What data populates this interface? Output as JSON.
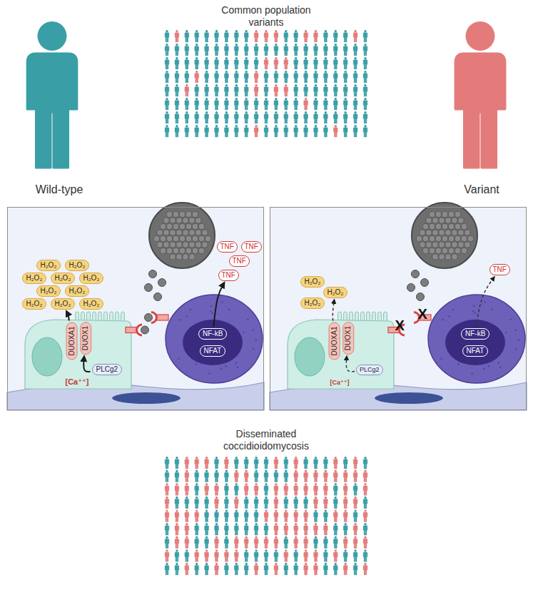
{
  "diagram": {
    "nodes": [
      {
        "text": [
          "Wild-type"
        ]
      },
      {
        "text": [
          "Variant"
        ]
      },
      {
        "text": [
          "H₂O₂"
        ],
        "in": 0
      },
      {
        "text": [
          "H₂O₂"
        ],
        "in": 0
      },
      {
        "text": [
          "H₂O₂"
        ],
        "in": 0
      },
      {
        "text": [
          "H₂O₂"
        ],
        "in": 0
      },
      {
        "text": [
          "H₂O₂"
        ],
        "in": 0
      },
      {
        "text": [
          "H₂O₂"
        ],
        "in": 0
      },
      {
        "text": [
          "H₂O₂"
        ],
        "in": 0
      },
      {
        "text": [
          "H₂O₂"
        ],
        "in": 0
      },
      {
        "text": [
          "H₂O₂"
        ],
        "in": 0
      },
      {
        "text": [
          "H₂O₂"
        ],
        "in": 0
      },
      {
        "text": [
          "DUOXA1"
        ],
        "in": 0
      },
      {
        "text": [
          "DUOX1"
        ],
        "in": 0
      },
      {
        "text": [
          "PLCg2"
        ],
        "in": 0
      },
      {
        "text": [
          "NF-kB"
        ],
        "in": 0
      },
      {
        "text": [
          "NFAT"
        ],
        "in": 0
      },
      {
        "text": [
          "TNF"
        ],
        "in": 0
      },
      {
        "text": [
          "TNF"
        ],
        "in": 0
      },
      {
        "text": [
          "TNF"
        ],
        "in": 0
      },
      {
        "text": [
          "TNF"
        ],
        "in": 0
      },
      {
        "text": [
          "H₂O₂"
        ],
        "in": 1
      },
      {
        "text": [
          "H₂O₂"
        ],
        "in": 1
      },
      {
        "text": [
          "H₂O₂"
        ],
        "in": 1
      },
      {
        "text": [
          "DUOXA1"
        ],
        "in": 1
      },
      {
        "text": [
          "DUOX1"
        ],
        "in": 1
      },
      {
        "text": [
          "PLCg2"
        ],
        "in": 1
      },
      {
        "text": [
          "NF-kB"
        ],
        "in": 1
      },
      {
        "text": [
          "NFAT"
        ],
        "in": 1
      },
      {
        "text": [
          "TNF"
        ],
        "in": 1
      }
    ],
    "edges": [
      {
        "from": 14,
        "to": 13,
        "arrow": "to"
      },
      {
        "from": 12,
        "to": 10,
        "arrow": "to"
      },
      {
        "from": 15,
        "to": 20,
        "arrow": "to"
      },
      {
        "from": 26,
        "to": 25,
        "arrow": "to"
      },
      {
        "from": 24,
        "to": 22,
        "arrow": "to"
      },
      {
        "from": 27,
        "to": 29,
        "arrow": "to"
      }
    ],
    "labels": [
      "Common population variants",
      "[Ca⁺⁺]",
      "X",
      "X",
      "[Ca⁺⁺]",
      "Disseminated coccidioidomycosis"
    ]
  }
}
